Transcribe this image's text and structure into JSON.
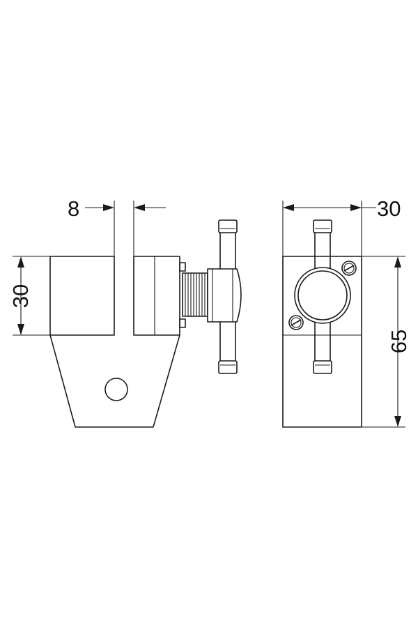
{
  "dimensions": {
    "slot_width": "8",
    "side_height": "30",
    "front_width": "30",
    "front_height": "65"
  },
  "colors": {
    "line": "#1a1a1a",
    "background": "#ffffff"
  }
}
